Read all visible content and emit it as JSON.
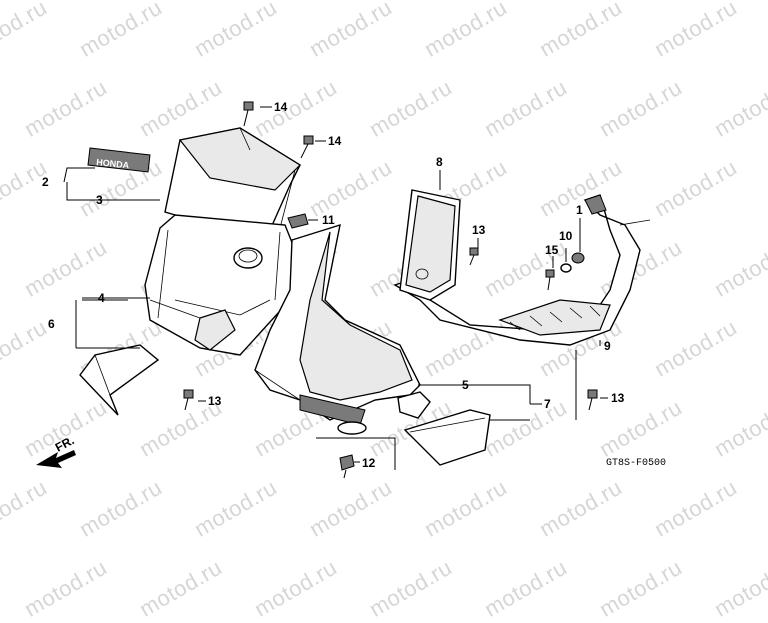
{
  "watermark": {
    "text": "motod.ru"
  },
  "diagram_code": "GT8S-F0500",
  "front_marker": "FR.",
  "emblem_text": "HONDA",
  "callouts": {
    "c1": "1",
    "c2": "2",
    "c3": "3",
    "c4": "4",
    "c5": "5",
    "c6": "6",
    "c7": "7",
    "c8": "8",
    "c9": "9",
    "c10": "10",
    "c11": "11",
    "c12": "12",
    "c13a": "13",
    "c13b": "13",
    "c13c": "13",
    "c14a": "14",
    "c14b": "14",
    "c15": "15"
  }
}
